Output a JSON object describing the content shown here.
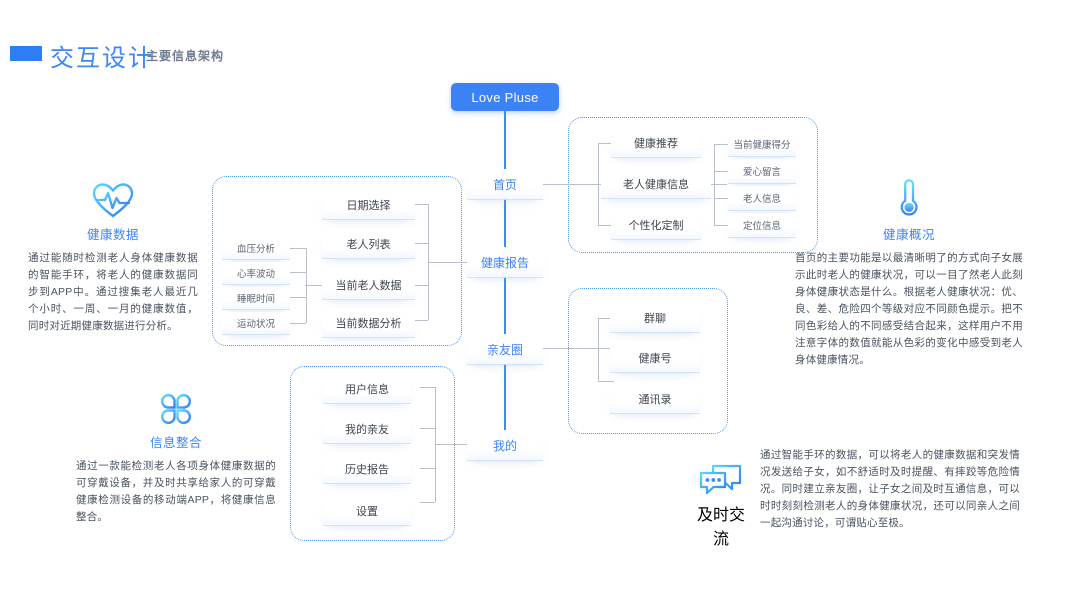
{
  "header": {
    "title": "交互设计",
    "subtitle": "主要信息架构",
    "accent": "#2d7df6"
  },
  "diagram": {
    "root": "Love Pluse",
    "spine_nodes": [
      "首页",
      "健康报告",
      "亲友圈",
      "我的"
    ],
    "groups": {
      "home": {
        "level2": [
          "健康推荐",
          "老人健康信息",
          "个性化定制"
        ],
        "level3": [
          "当前健康得分",
          "爱心留言",
          "老人信息",
          "定位信息"
        ]
      },
      "health_report": {
        "level2": [
          "日期选择",
          "老人列表",
          "当前老人数据",
          "当前数据分析"
        ],
        "level3": [
          "血压分析",
          "心率波动",
          "睡眠时间",
          "运动状况"
        ]
      },
      "friends": {
        "level2": [
          "群聊",
          "健康号",
          "通讯录"
        ]
      },
      "mine": {
        "level2": [
          "用户信息",
          "我的亲友",
          "历史报告",
          "设置"
        ]
      }
    }
  },
  "info_blocks": [
    {
      "id": "health-data",
      "icon": "heart-pulse-icon",
      "title": "健康数据",
      "body": "通过能随时检测老人身体健康数据的智能手环，将老人的健康数据同步到APP中。通过搜集老人最近几个小时、一周、一月的健康数值，同时对近期健康数据进行分析。"
    },
    {
      "id": "info-integration",
      "icon": "clover-icon",
      "title": "信息整合",
      "body": "通过一款能检测老人各项身体健康数据的可穿戴设备，并及时共享给家人的可穿戴健康检测设备的移动端APP，将健康信息整合。"
    },
    {
      "id": "health-overview",
      "icon": "thermometer-icon",
      "title": "健康概况",
      "body": "首页的主要功能是以最清晰明了的方式向子女展示此时老人的健康状况，可以一目了然老人此刻身体健康状态是什么。根据老人健康状况：优、良、差、危险四个等级对应不同颜色提示。把不同色彩给人的不同感受结合起来，这样用户不用注意字体的数值就能从色彩的变化中感受到老人身体健康情况。"
    },
    {
      "id": "instant-communication",
      "icon": "chat-bubbles-icon",
      "title": "及时交流",
      "body": "通过智能手环的数据，可以将老人的健康数据和突发情况发送给子女，如不舒适时及时提醒、有摔跤等危险情况。同时建立亲友圈，让子女之间及时互通信息，可以时时刻刻检测老人的身体健康状况，还可以同亲人之间一起沟通讨论，可谓贴心至极。"
    }
  ]
}
